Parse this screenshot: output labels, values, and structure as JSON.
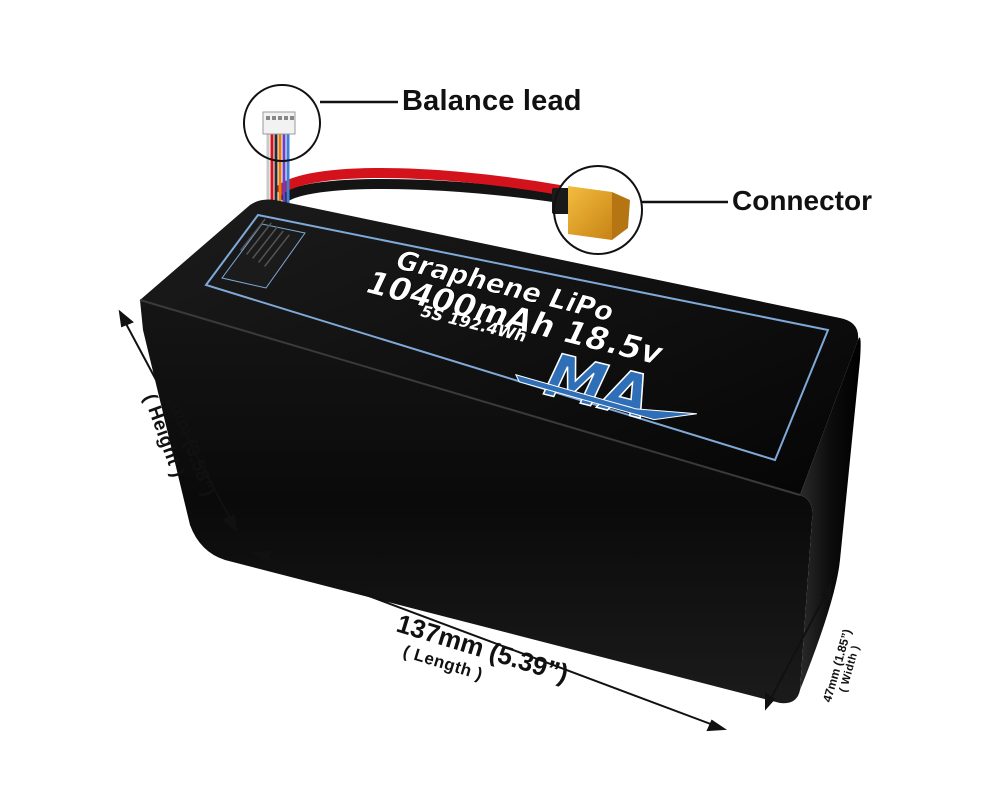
{
  "callouts": {
    "balance_lead": "Balance lead",
    "connector": "Connector"
  },
  "battery_label": {
    "line1": "Graphene LiPo",
    "line2": "10400mAh 18.5v",
    "line3": "5S 192.4Wh",
    "logo_text": "MA"
  },
  "dimensions": {
    "length": {
      "value": "137mm (5.39”)",
      "caption": "( Length )"
    },
    "height": {
      "value": "91mm (3.58”)",
      "caption": "( Height )"
    },
    "width": {
      "value": "47mm (1.85”)",
      "caption": "( Width )"
    }
  },
  "colors": {
    "battery_body": "#0b0b0b",
    "label_border": "#7fa9d8",
    "logo_blue": "#2f6fb7",
    "wire_red": "#d4121c",
    "connector_yellow": "#e6a21f"
  }
}
